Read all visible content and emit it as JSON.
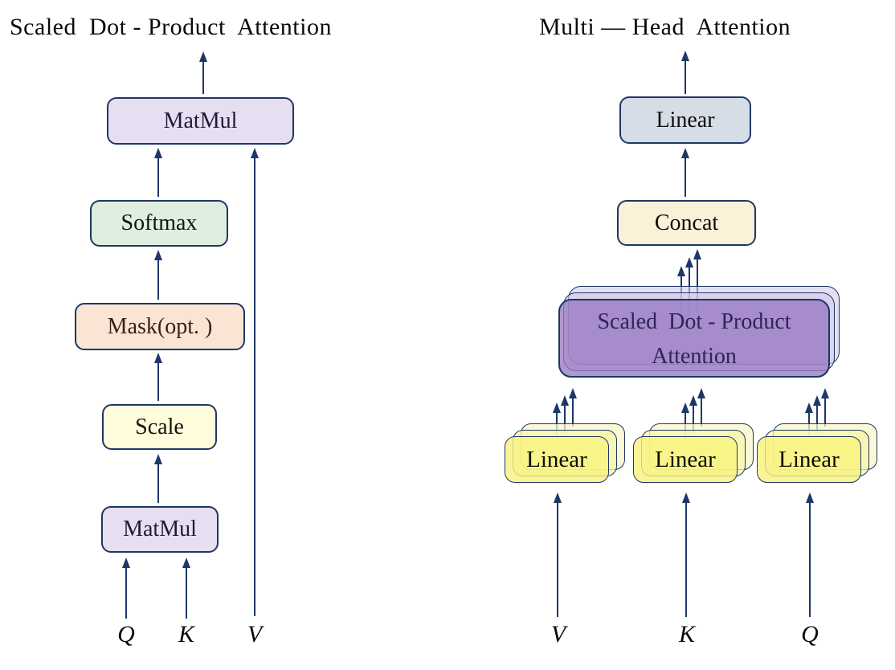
{
  "left": {
    "title": "Scaled  Dot - Product  Attention",
    "boxes": {
      "matmul_top": "MatMul",
      "softmax": "Softmax",
      "mask": "Mask(opt. )",
      "scale": "Scale",
      "matmul_bottom": "MatMul"
    },
    "inputs": [
      "Q",
      "K",
      "V"
    ]
  },
  "right": {
    "title": "Multi — Head  Attention",
    "linear_top": "Linear",
    "concat": "Concat",
    "sdpa_line1": "Scaled  Dot - Product",
    "sdpa_line2": "Attention",
    "stacks": [
      {
        "label": "Linear",
        "input": "V"
      },
      {
        "label": "Linear",
        "input": "K"
      },
      {
        "label": "Linear",
        "input": "Q"
      }
    ]
  },
  "colors": {
    "outline_navy": "#1e3765",
    "arrow_navy": "#1d3768",
    "lavender": "#E6DFF1",
    "mint_green": "#DFEEDF",
    "peach": "#FAE5D4",
    "pale_yellow": "#FEFCDB",
    "gray_blue": "#D6DDE6",
    "cream": "#FBF0D8",
    "head_yellow": "#F7F37D",
    "sdpa_purple": "#9778C0"
  }
}
